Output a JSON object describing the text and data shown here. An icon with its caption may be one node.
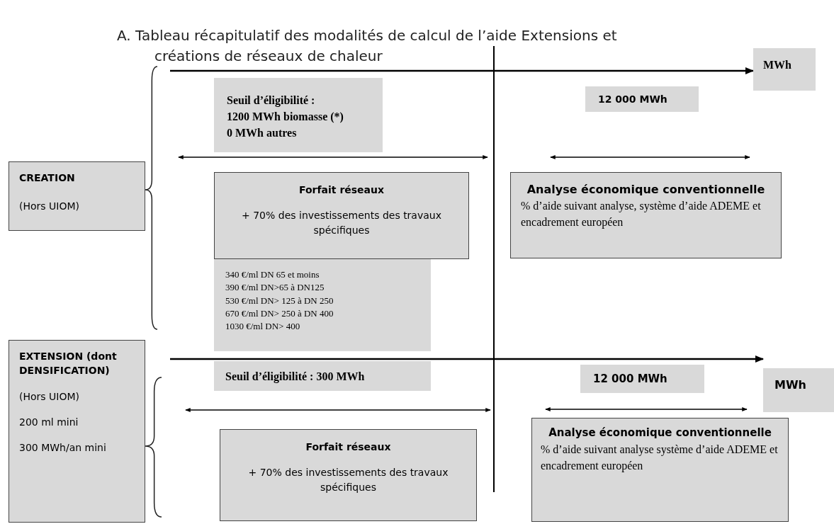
{
  "diagram": {
    "title": "A. Tableau récapitulatif des modalités de calcul de l’aide Extensions et créations de réseaux de chaleur",
    "nodes": [
      {
        "text": [
          "Seuil d’éligibilité :",
          "1200 MWh biomasse (*)",
          "0 MWh autres"
        ]
      },
      {
        "text": [
          "MWh"
        ]
      },
      {
        "text": [
          "12 000 MWh"
        ]
      },
      {
        "text": [
          "CREATION",
          "(Hors UIOM)"
        ]
      },
      {
        "text": [
          "Forfait réseaux",
          "+ 70% des investissements des travaux spécifiques"
        ]
      },
      {
        "text": [
          "Analyse économique conventionnelle",
          "% d’aide suivant analyse, système d’aide ADEME et encadrement européen"
        ]
      },
      {
        "text": [
          "340 €/ml DN 65 et moins",
          "390 €/ml DN>65 à DN125",
          "530 €/ml DN> 125 à DN 250",
          "670 €/ml DN> 250 à DN 400",
          "1030 €/ml DN> 400"
        ]
      },
      {
        "text": [
          "EXTENSION (dont DENSIFICATION)",
          "(Hors UIOM)",
          "200 ml mini",
          "300 MWh/an mini"
        ]
      },
      {
        "text": [
          "MWh"
        ]
      },
      {
        "text": [
          "Seuil d’éligibilité : 300 MWh"
        ]
      },
      {
        "text": [
          "12 000 MWh"
        ]
      },
      {
        "text": [
          "Forfait réseaux",
          "+ 70% des investissements des travaux spécifiques"
        ]
      },
      {
        "text": [
          "Analyse économique conventionnelle",
          "% d’aide suivant analyse système d’aide ADEME et encadrement européen"
        ]
      }
    ],
    "edges": [
      {
        "from": null,
        "to": 1,
        "arrow": "to"
      },
      {
        "from": null,
        "to": 8,
        "arrow": "to"
      }
    ]
  }
}
